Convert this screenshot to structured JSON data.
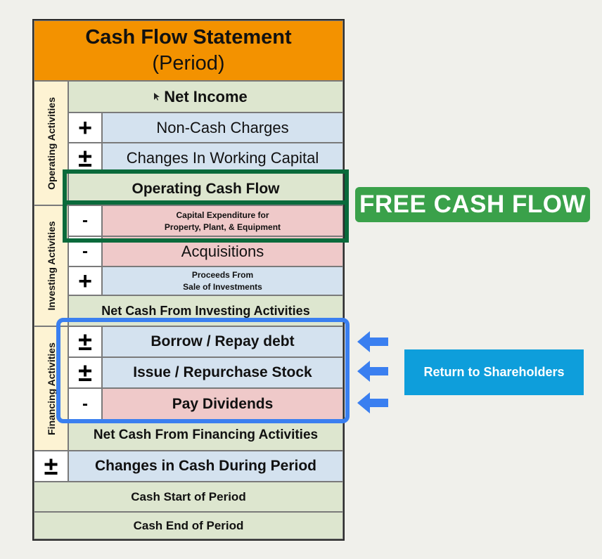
{
  "title": {
    "line1": "Cash Flow Statement",
    "line2": "(Period)"
  },
  "sections": {
    "operating": "Operating Activities",
    "investing": "Investing Activities",
    "financing": "Financing Activities"
  },
  "rows": {
    "net_income": "Net Income",
    "non_cash_charges": "Non-Cash Charges",
    "changes_working_capital": "Changes In Working Capital",
    "operating_cash_flow": "Operating Cash Flow",
    "capex_line1": "Capital Expenditure for",
    "capex_line2": "Property, Plant, & Equipment",
    "acquisitions": "Acquisitions",
    "proceeds_line1": "Proceeds From",
    "proceeds_line2": "Sale of Investments",
    "net_cash_investing": "Net Cash From Investing Activities",
    "borrow_repay_debt": "Borrow / Repay debt",
    "issue_repurchase_stock": "Issue / Repurchase Stock",
    "pay_dividends": "Pay Dividends",
    "net_cash_financing": "Net Cash From Financing Activities",
    "changes_in_cash": "Changes in Cash During Period",
    "cash_start": "Cash Start of Period",
    "cash_end": "Cash End of Period"
  },
  "signs": {
    "non_cash_charges": "+",
    "changes_working_capital": "±",
    "capex": "-",
    "acquisitions": "-",
    "proceeds": "+",
    "borrow_repay_debt": "±",
    "issue_repurchase_stock": "±",
    "pay_dividends": "-",
    "changes_in_cash": "±"
  },
  "callouts": {
    "free_cash_flow": "FREE CASH FLOW",
    "return_to_shareholders": "Return to Shareholders"
  },
  "colors": {
    "title_bg": "#f39200",
    "green_row": "#dde6cf",
    "blue_row": "#d4e2ef",
    "red_row": "#efc9c9",
    "side_label_bg": "#fdf3d3",
    "fcf_border": "#0a6a3b",
    "fcf_label_bg": "#3aa14a",
    "return_border": "#3a7ff0",
    "return_label_bg": "#0e9edb",
    "arrow": "#3a7ff0"
  }
}
